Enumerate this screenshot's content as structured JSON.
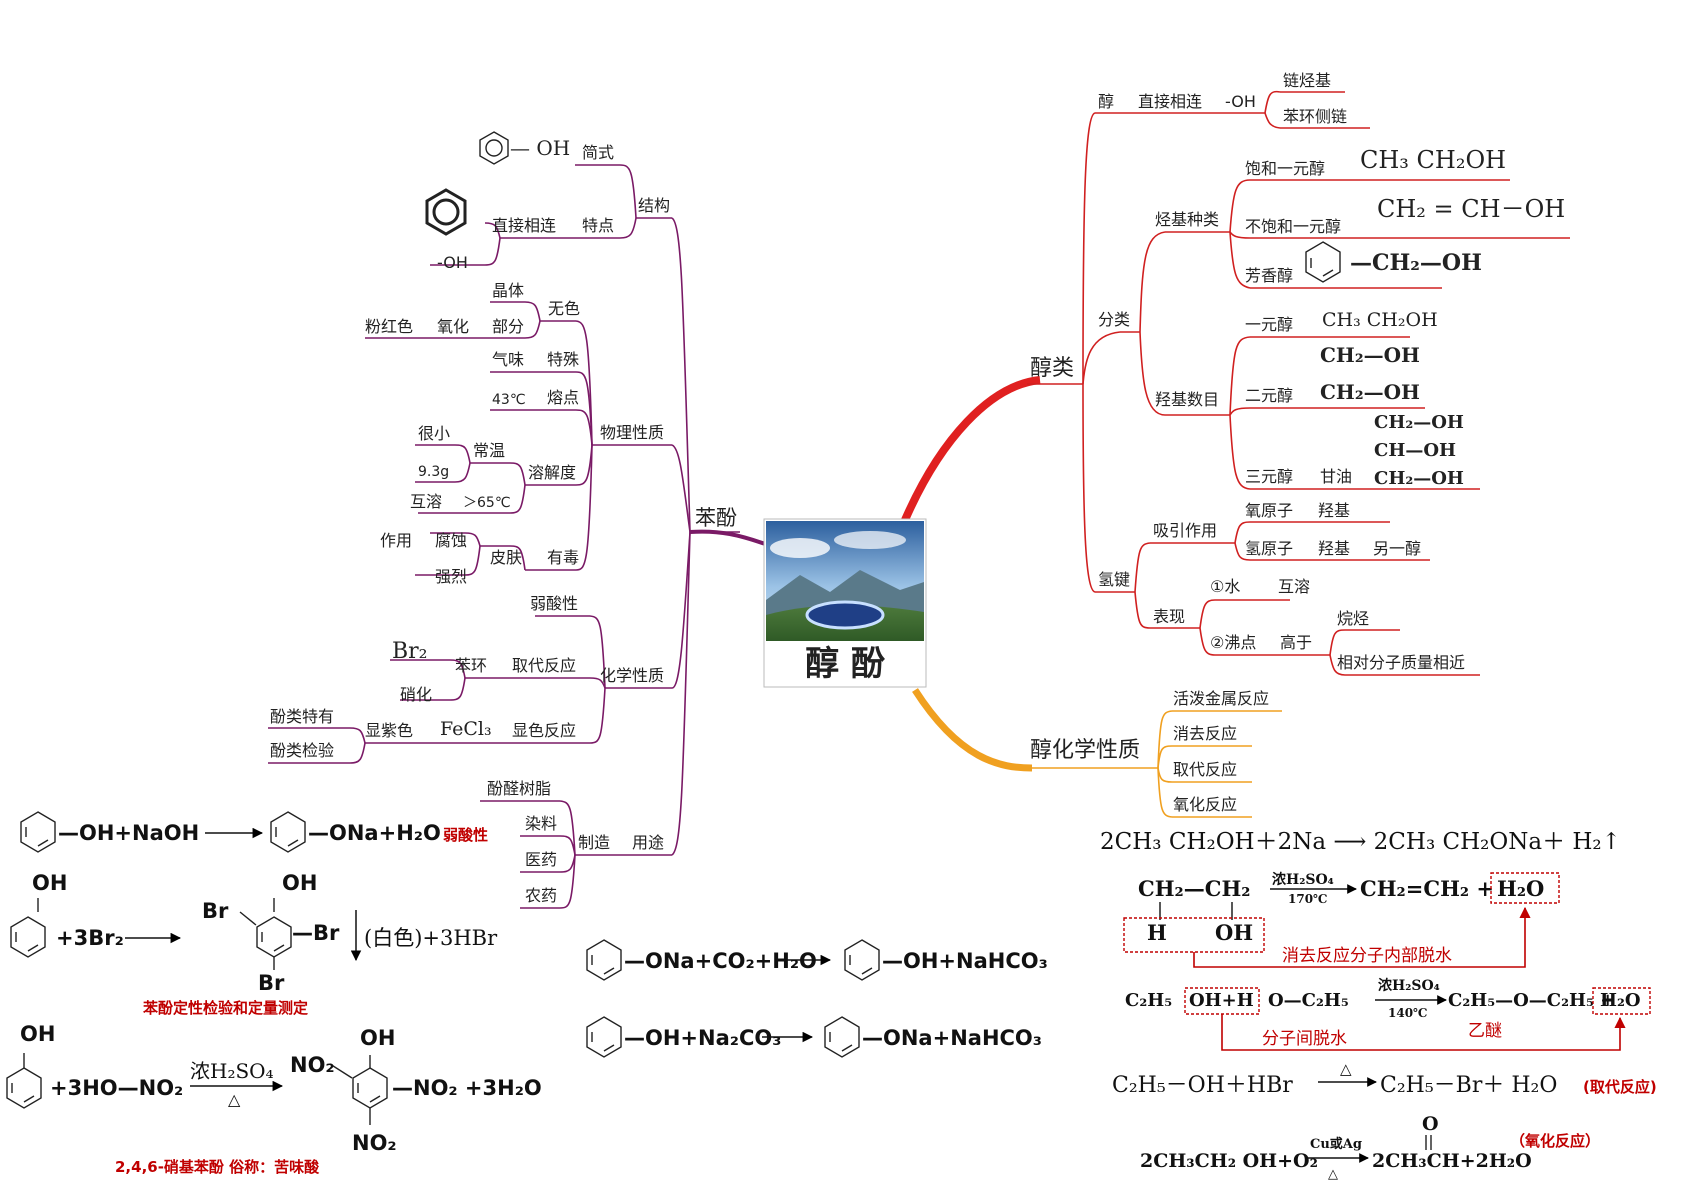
{
  "center": {
    "title": "醇 酚"
  },
  "alcohol": {
    "label": "醇类",
    "def_root": "醇",
    "def_link": "直接相连",
    "def_oh": "-OH",
    "def_a": "链烃基",
    "def_b": "苯环侧链",
    "classify": "分类",
    "by_chain": "烃基种类",
    "sat": "饱和一元醇",
    "sat_f": "CH₃ CH₂OH",
    "unsat": "不饱和一元醇",
    "unsat_f": "CH₂ = CH－OH",
    "arom": "芳香醇",
    "arom_f": "—CH₂—OH",
    "by_count": "羟基数目",
    "mono": "一元醇",
    "mono_f": "CH₃ CH₂OH",
    "di": "二元醇",
    "di_f1": "CH₂—OH",
    "di_f2": "CH₂—OH",
    "tri": "三元醇",
    "tri_name": "甘油",
    "tri_f1": "CH₂—OH",
    "tri_f2": "CH—OH",
    "tri_f3": "CH₂—OH",
    "hbond": "氢键",
    "attract": "吸引作用",
    "o_atom": "氧原子",
    "hydroxy1": "羟基",
    "h_atom": "氢原子",
    "hydroxy2": "羟基",
    "other": "另一醇",
    "show": "表现",
    "water": "①水",
    "misc": "互溶",
    "bp": "②沸点",
    "higher": "高于",
    "alkane": "烷烃",
    "mass": "相对分子质量相近"
  },
  "alc_chem": {
    "label": "醇化学性质",
    "items": [
      "活泼金属反应",
      "消去反应",
      "取代反应",
      "氧化反应"
    ]
  },
  "phenol": {
    "label": "苯酚",
    "structure": "结构",
    "short": "简式",
    "short_f": "— OH",
    "feature": "特点",
    "link": "直接相连",
    "oh": "-OH",
    "physical": "物理性质",
    "colorless": "无色",
    "crystal": "晶体",
    "part": "部分",
    "oxidize": "氧化",
    "pink": "粉红色",
    "special": "特殊",
    "smell": "气味",
    "mp": "熔点",
    "mp_v": "43℃",
    "solubility": "溶解度",
    "normal_t": "常温",
    "small": "很小",
    "sol_v": "9.3g",
    "above65": "＞65℃",
    "miscible": "互溶",
    "toxic": "有毒",
    "skin": "皮肤",
    "corrode": "腐蚀",
    "action": "作用",
    "strong": "强烈",
    "chemical": "化学性质",
    "weak_acid": "弱酸性",
    "subst": "取代反应",
    "ring": "苯环",
    "br2": "Br₂",
    "nitration": "硝化",
    "color_r": "显色反应",
    "fecl3": "FeCl₃",
    "purple": "显紫色",
    "unique": "酚类特有",
    "test": "酚类检验",
    "use": "用途",
    "make": "制造",
    "resin": "酚醛树脂",
    "dye": "染料",
    "medicine": "医药",
    "pesticide": "农药"
  },
  "equations": {
    "naoh": "—OH+NaOH",
    "naoh_p": "—ONa+H₂O",
    "naoh_tag": "弱酸性",
    "br_tag": "苯酚定性检验和定量测定",
    "br_oh1": "OH",
    "br_oh2": "OH",
    "br_lhs": "+3Br₂",
    "br_b1": "Br",
    "br_b2": "—Br",
    "br_b3": "Br",
    "br_ppt": "(白色)+3HBr",
    "nitro_oh1": "OH",
    "nitro_oh2": "OH",
    "nitro_lhs": "+3HO—NO₂",
    "nitro_cond": "浓H₂SO₄",
    "nitro_heat": "△",
    "nitro_n1": "NO₂",
    "nitro_n2": "—NO₂ +3H₂O",
    "nitro_n3": "NO₂",
    "nitro_tag": "2,4,6-硝基苯酚    俗称：苦味酸",
    "co2": "—ONa+CO₂+H₂O",
    "co2_p": "—OH+NaHCO₃",
    "na2co3": "—OH+Na₂CO₃",
    "na2co3_p": "—ONa+NaHCO₃",
    "na_rxn": "2CH₃ CH₂OH＋2Na ⟶ 2CH₃ CH₂ONa＋ H₂↑",
    "elim_top": "CH₂—CH₂",
    "elim_cond": "浓H₂SO₄",
    "elim_t": "170℃",
    "elim_p": "CH₂=CH₂ +",
    "elim_h2o": "H₂O",
    "elim_h": "H",
    "elim_oh": "OH",
    "elim_tag": "消去反应分子内部脱水",
    "ether_l": "C₂H₅",
    "ether_ohh": "OH+H",
    "ether_m": "O—C₂H₅",
    "ether_cond": "浓H₂SO₄",
    "ether_t": "140℃",
    "ether_p": "C₂H₅—O—C₂H₅ +",
    "ether_h2o": "H₂O",
    "ether_tag1": "分子间脱水",
    "ether_tag2": "乙醚",
    "hbr": "C₂H₅－OH＋HBr",
    "hbr_heat": "△",
    "hbr_p": "C₂H₅－Br＋ H₂O",
    "hbr_tag": "(取代反应)",
    "ox": "2CH₃CH₂ OH+O₂",
    "ox_cond": "Cu或Ag",
    "ox_heat": "△",
    "ox_o": "O",
    "ox_p": "2CH₃CH+2H₂O",
    "ox_tag": "（氧化反应）"
  }
}
